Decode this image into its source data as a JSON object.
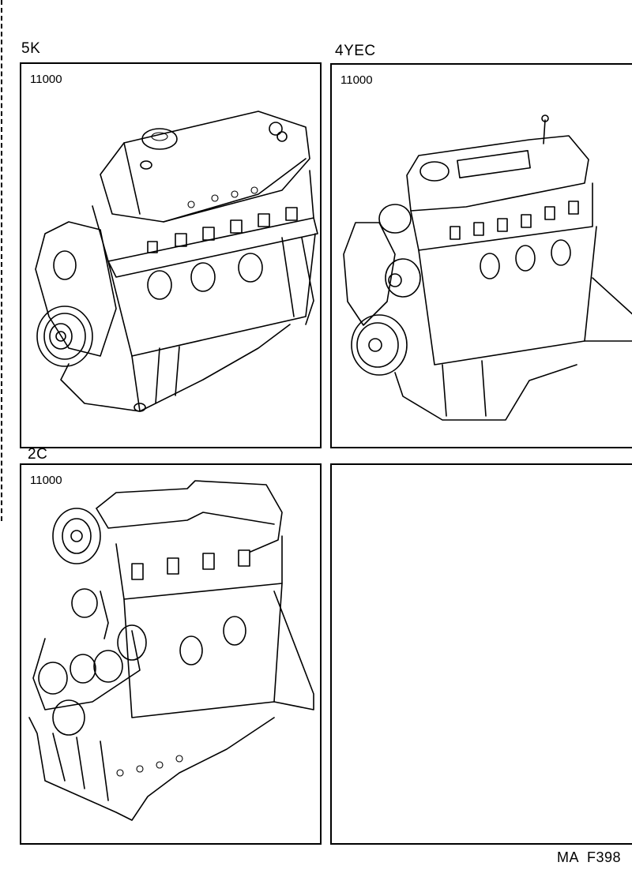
{
  "page": {
    "footer_code": "MA  F398"
  },
  "panels": [
    {
      "model": "5K",
      "part_number": "11000",
      "illustration": "engine-assembly-5k"
    },
    {
      "model": "4YEC",
      "part_number": "11000",
      "illustration": "engine-assembly-4yec"
    },
    {
      "model": "2C",
      "part_number": "11000",
      "illustration": "engine-assembly-2c"
    },
    {
      "model": "",
      "part_number": "",
      "illustration": "empty"
    }
  ]
}
